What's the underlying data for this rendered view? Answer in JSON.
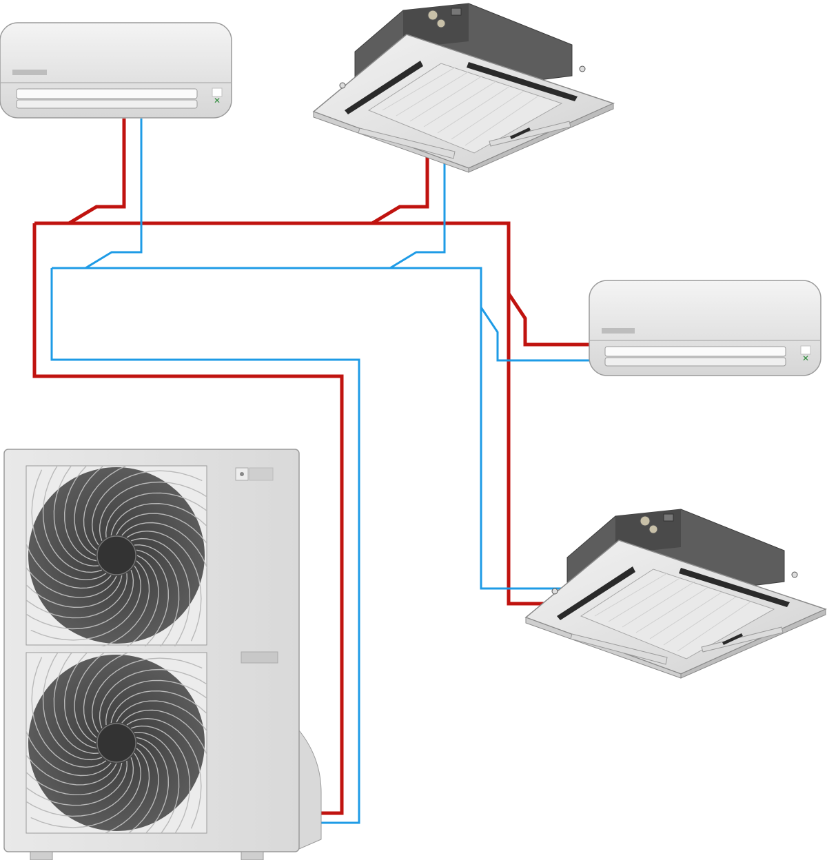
{
  "diagram": {
    "kind": "multi-split air conditioning piping schematic",
    "units": [
      {
        "id": "wall-unit-1",
        "type": "wall-mounted indoor unit"
      },
      {
        "id": "cassette-unit-1",
        "type": "ceiling cassette indoor unit"
      },
      {
        "id": "wall-unit-2",
        "type": "wall-mounted indoor unit"
      },
      {
        "id": "cassette-unit-2",
        "type": "ceiling cassette indoor unit"
      },
      {
        "id": "outdoor-unit",
        "type": "outdoor condensing unit",
        "fans": 2
      }
    ],
    "lines": [
      {
        "id": "hot-gas-line",
        "color": "#c0130f"
      },
      {
        "id": "liquid-line",
        "color": "#1e9be6"
      }
    ],
    "colors": {
      "unit_body": "#e6e6e6",
      "unit_outline": "#9a9a9a",
      "fan": "#4a4a4a",
      "cassette_box": "#5a5a5a",
      "indicator": "#2e8b3a"
    }
  }
}
